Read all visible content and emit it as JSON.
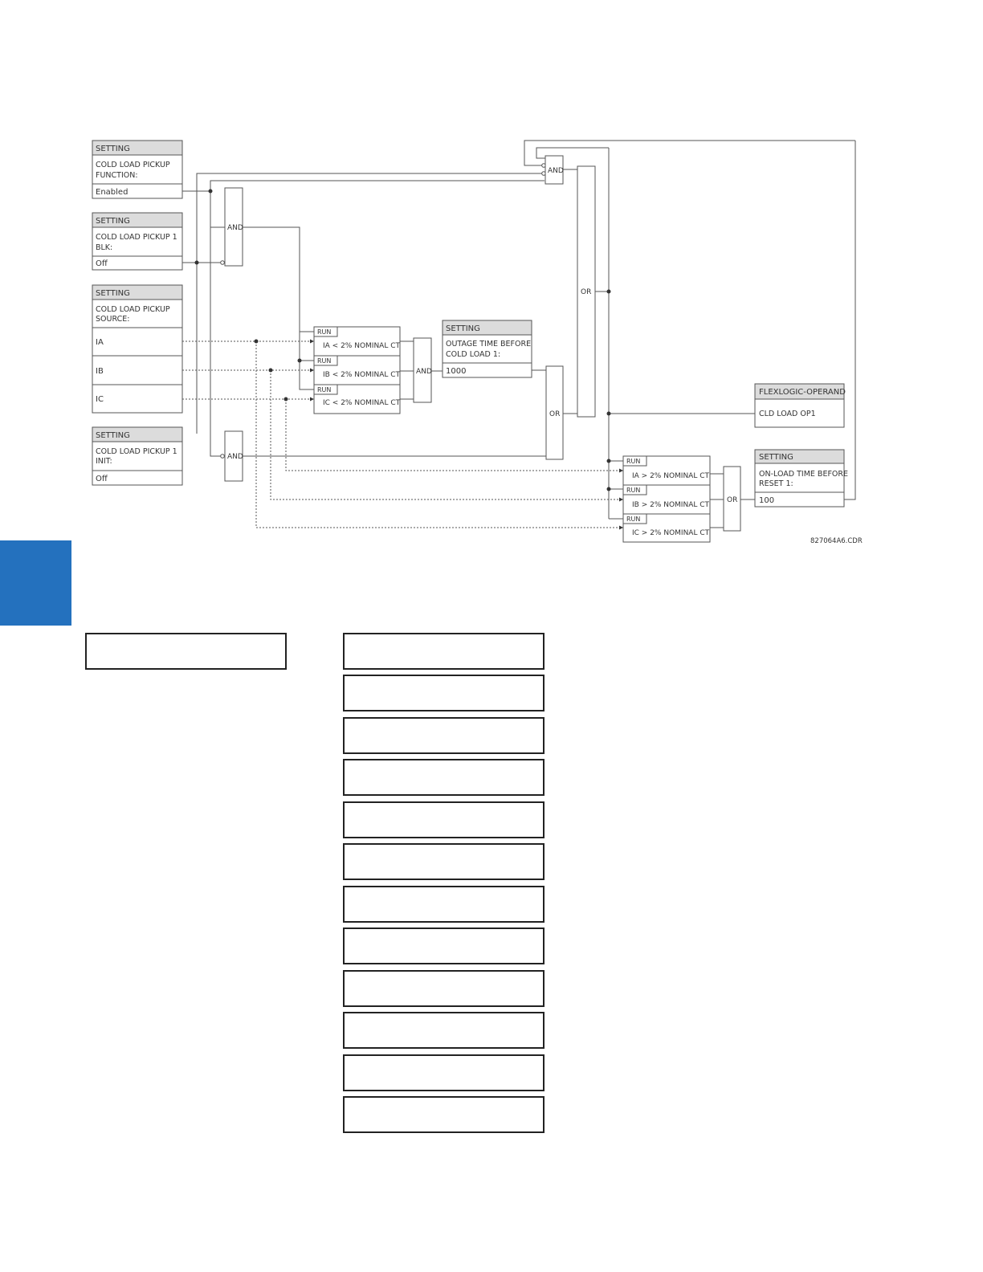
{
  "diagram": {
    "blocks": {
      "setting_function": {
        "header": "SETTING",
        "name": [
          "COLD LOAD PICKUP",
          "FUNCTION:"
        ],
        "value": "Enabled"
      },
      "setting_blk": {
        "header": "SETTING",
        "name": [
          "COLD LOAD PICKUP 1",
          "BLK:"
        ],
        "value": "Off"
      },
      "setting_source": {
        "header": "SETTING",
        "name": [
          "COLD LOAD PICKUP",
          "SOURCE:"
        ],
        "values": [
          "IA",
          "IB",
          "IC"
        ]
      },
      "setting_init": {
        "header": "SETTING",
        "name": [
          "COLD LOAD PICKUP 1",
          "INIT:"
        ],
        "value": "Off"
      },
      "setting_outage": {
        "header": "SETTING",
        "name": [
          "OUTAGE TIME BEFORE",
          "COLD LOAD 1:"
        ],
        "value": "1000"
      },
      "setting_onload": {
        "header": "SETTING",
        "name": [
          "ON-LOAD TIME BEFORE",
          "RESET 1:"
        ],
        "value": "100"
      },
      "operand": {
        "header": "FLEXLOGIC-OPERAND",
        "value": "CLD LOAD OP1"
      }
    },
    "comparators_low": [
      {
        "run": "RUN",
        "label": "IA < 2% NOMINAL CT"
      },
      {
        "run": "RUN",
        "label": "IB < 2% NOMINAL CT"
      },
      {
        "run": "RUN",
        "label": "IC < 2% NOMINAL CT"
      }
    ],
    "comparators_high": [
      {
        "run": "RUN",
        "label": "IA > 2% NOMINAL CT"
      },
      {
        "run": "RUN",
        "label": "IB > 2% NOMINAL CT"
      },
      {
        "run": "RUN",
        "label": "IC > 2% NOMINAL CT"
      }
    ],
    "gates": {
      "and_top": "AND",
      "and_blk": "AND",
      "and_init": "AND",
      "and_low": "AND",
      "or_outage": "OR",
      "or_main": "OR",
      "or_high": "OR"
    },
    "drawing_id": "827064A6.CDR"
  },
  "colors": {
    "side_tab": "#2471be",
    "header_fill": "#dcdcdc",
    "line": "#555555"
  }
}
